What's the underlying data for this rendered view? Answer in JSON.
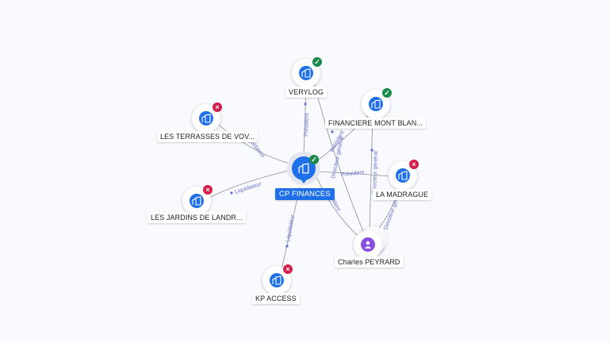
{
  "center": {
    "name": "CP FINANCES"
  },
  "nodes": [
    {
      "id": "verylog",
      "name": "VERYLOG",
      "status": "active"
    },
    {
      "id": "financiere",
      "name": "FINANCIERE MONT BLAN...",
      "status": "active"
    },
    {
      "id": "terrasses",
      "name": "LES TERRASSES DE VOV...",
      "status": "closed"
    },
    {
      "id": "jardins",
      "name": "LES JARDINS DE LANDR...",
      "status": "closed"
    },
    {
      "id": "madrague",
      "name": "LA MADRAGUE",
      "status": "closed"
    },
    {
      "id": "kpaccess",
      "name": "KP ACCESS",
      "status": "closed"
    },
    {
      "id": "peyrard",
      "name": "Charles PEYRARD",
      "status": "person"
    }
  ],
  "edges": {
    "verylog": "Président",
    "financiere": "Président",
    "terrasses": "Liquidateur",
    "jardins": "Liquidateur",
    "madrague": "Président",
    "kpaccess": "Liquidateur",
    "peyrard_center": "Président",
    "peyrard_financiere": "Directeur général",
    "peyrard_madrague": "Directeur général",
    "peyrard_financiere2": "Directeur général"
  },
  "icons": {
    "company": "building-icon",
    "person": "person-icon",
    "active": "check-icon",
    "closed": "cross-icon"
  },
  "colors": {
    "accent": "#1f6fe8",
    "person": "#8a4fe0",
    "active": "#1a8a4a",
    "closed": "#d41f4c",
    "edge_label": "#6a6fcf"
  }
}
